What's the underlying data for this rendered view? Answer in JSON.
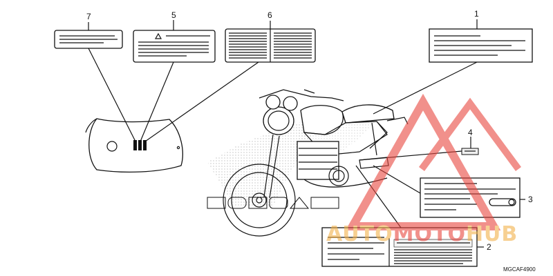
{
  "diagram": {
    "callouts": [
      "1",
      "2",
      "3",
      "4",
      "5",
      "6",
      "7"
    ],
    "part_code": "MGCAF4900",
    "watermark_text": "AUTOMOTOHUB",
    "colors": {
      "line": "#111111",
      "watermark_red": "#e8473f",
      "watermark_orange": "#f2b24a"
    }
  }
}
